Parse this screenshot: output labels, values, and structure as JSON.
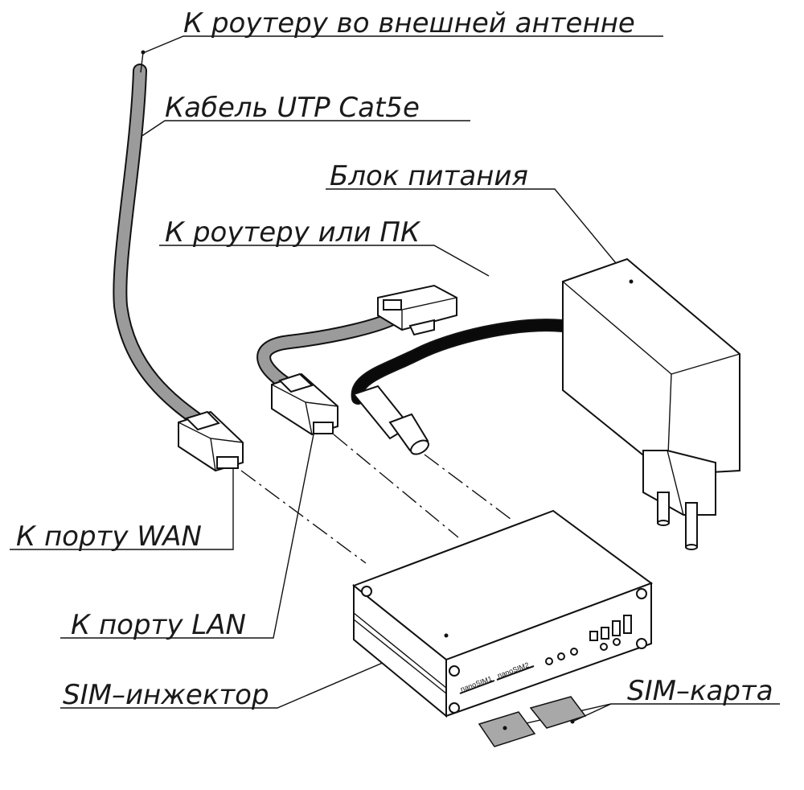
{
  "labels": {
    "ext_router": "К роутеру во внешней антенне",
    "cable": "Кабель UTP Cat5e",
    "psu": "Блок питания",
    "router_pc": "К роутеру или ПК",
    "wan": "К порту WAN",
    "lan": "К порту LAN",
    "injector": "SIM–инжектор",
    "sim_card": "SIM–карта"
  },
  "device": {
    "slot1": "nanoSIM1",
    "slot2": "nanoSIM2"
  },
  "colors": {
    "line": "#111111",
    "cable_gray": "#9b9b9b",
    "sim_gray": "#a8a8a8",
    "power_cord": "#0a0a0a"
  }
}
